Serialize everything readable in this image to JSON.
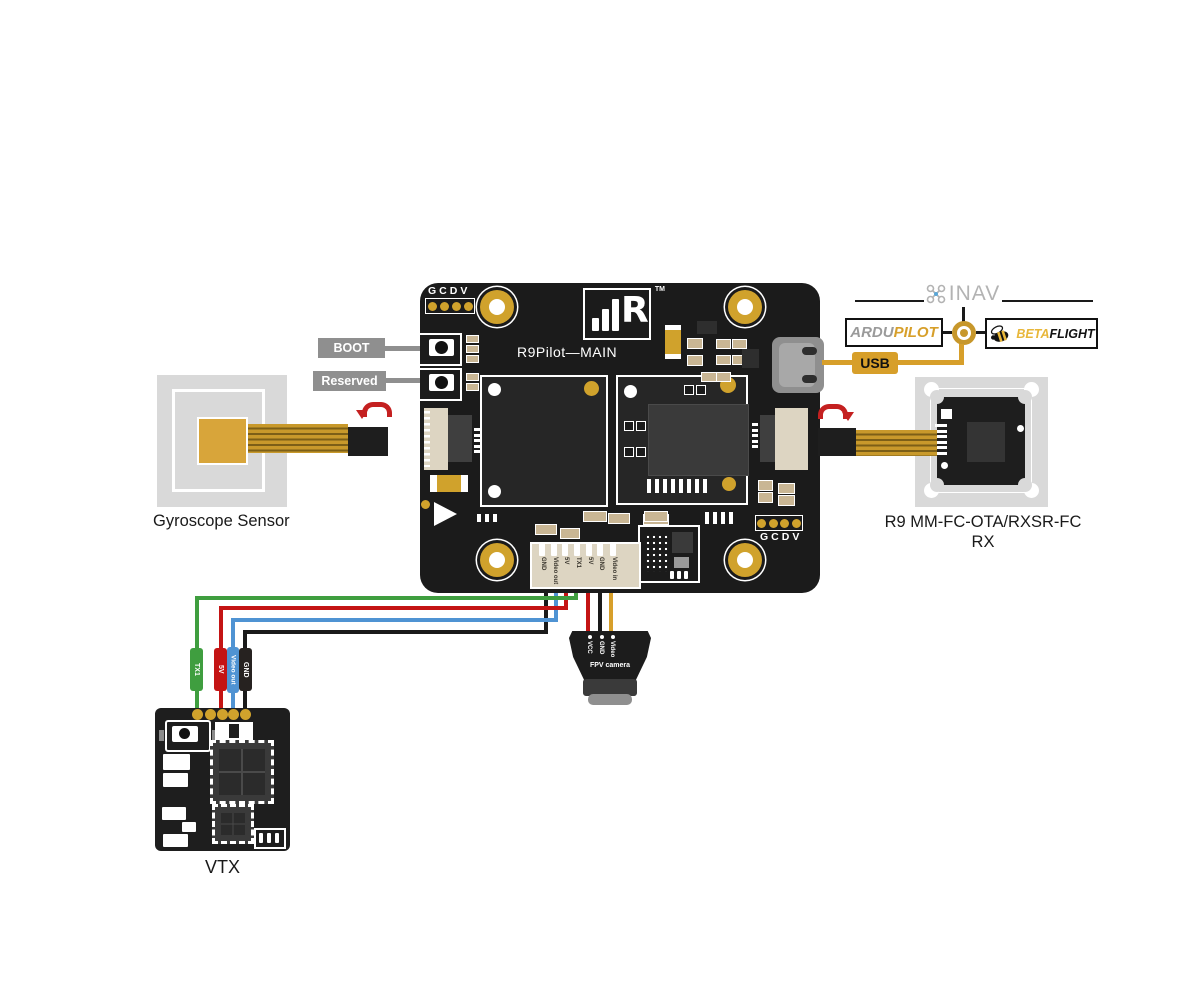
{
  "board": {
    "gcdv": "GCDV",
    "title": "R9Pilot—MAIN",
    "tm": "TM",
    "logo_letter": "R",
    "pins": [
      "GND",
      "Video out",
      "5V",
      "TX1",
      "5V",
      "GND",
      "Video in"
    ]
  },
  "buttons": {
    "boot": "BOOT",
    "reserved": "Reserved"
  },
  "usb": {
    "label": "USB"
  },
  "logos": {
    "inav": "INAV",
    "ardu": "ARDU",
    "pilot": "PILOT",
    "beta": "BETA",
    "flight": "FLIGHT"
  },
  "gyro": {
    "label": "Gyroscope Sensor"
  },
  "rx": {
    "line1": "R9 MM-FC-OTA/RXSR-FC",
    "line2": "RX"
  },
  "vtx": {
    "label": "VTX"
  },
  "wires": {
    "tags": [
      "TX1",
      "5V",
      "Video out",
      "GND"
    ]
  },
  "camera": {
    "label": "FPV camera",
    "pins": [
      "VCC",
      "GND",
      "Video"
    ]
  },
  "colors": {
    "gold": "#d0a22c",
    "board_black": "#1b1b1b",
    "wire_green": "#3f9e3f",
    "wire_red": "#c41414",
    "wire_blue": "#4f93d3",
    "wire_black": "#1a1a1a",
    "wire_orange": "#d79f2a",
    "label_gray": "#8f8f8f",
    "arrow_red": "#c42020"
  }
}
